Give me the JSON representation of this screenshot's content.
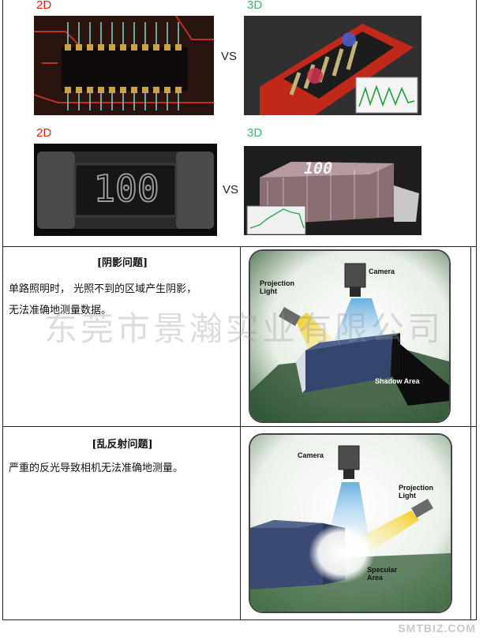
{
  "top": {
    "row1": {
      "left_label": "2D",
      "vs": "VS",
      "right_label": "3D"
    },
    "row2": {
      "left_label": "2D",
      "vs": "VS",
      "right_label": "3D",
      "chip_marking": "100"
    }
  },
  "shadow": {
    "title": "[阴影问题]",
    "line1": "单路照明时， 光照不到的区域产生阴影，",
    "line2": "无法准确地测量数据。",
    "diagram": {
      "camera": "Camera",
      "projection_line1": "Projection",
      "projection_line2": "Light",
      "shadow_area": "Shadow Area"
    }
  },
  "reflection": {
    "title": "[乱反射问题]",
    "line1": "严重的反光导致相机无法准确地测量。",
    "diagram": {
      "camera": "Camera",
      "projection_line1": "Projection",
      "projection_line2": "Light",
      "specular_line1": "Specular",
      "specular_line2": "Area"
    }
  },
  "watermark": "东莞市景瀚实业有限公司",
  "footer": "SMTBIZ.COM"
}
